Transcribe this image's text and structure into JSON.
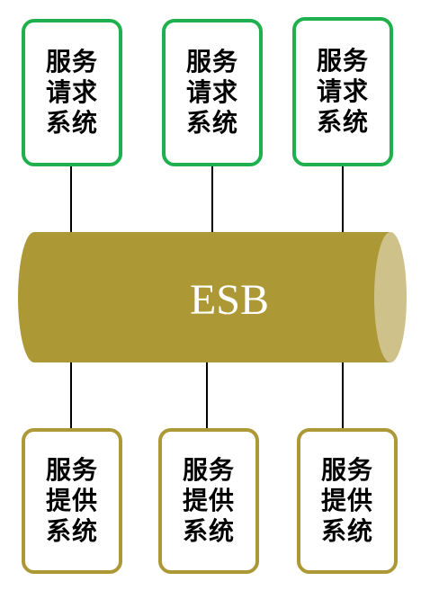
{
  "bus": {
    "label": "ESB",
    "body_color": "#ad9836",
    "end_color": "#cfc18a"
  },
  "requesters": [
    {
      "label": "服务\n请求\n系统"
    },
    {
      "label": "服务\n请求\n系统"
    },
    {
      "label": "服务\n请求\n系统"
    }
  ],
  "providers": [
    {
      "label": "服务\n提供\n系统"
    },
    {
      "label": "服务\n提供\n系统"
    },
    {
      "label": "服务\n提供\n系统"
    }
  ],
  "colors": {
    "requester_border": "#1db04c",
    "provider_border": "#ad9836",
    "connector": "#000000"
  }
}
